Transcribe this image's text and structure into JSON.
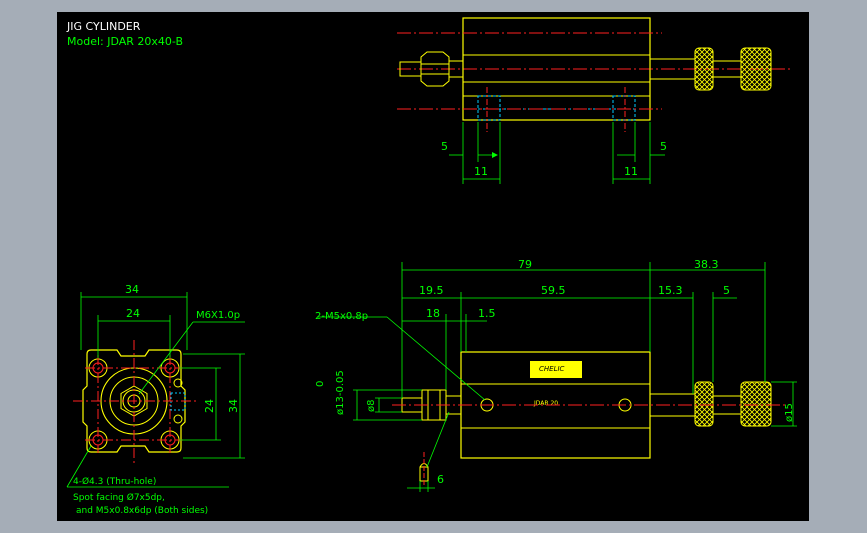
{
  "colors": {
    "background_outer": "#a5adb7",
    "canvas": "#000000",
    "outline": "#ffff00",
    "centerline": "#ff2020",
    "dimension": "#00ff00",
    "hidden": "#00ccff",
    "title_text": "#ffffff",
    "model_text": "#00ff00"
  },
  "title": {
    "name": "JIG CYLINDER",
    "model": "Model: JDAR 20x40-B"
  },
  "top_view": {
    "dims": [
      "5",
      "5",
      "11",
      "11"
    ]
  },
  "front_view": {
    "dims": {
      "width": "34",
      "hole_pitch_h": "24",
      "hole_pitch_v": "24",
      "height": "34"
    },
    "callouts": {
      "thread": "M6X1.0p",
      "holes": "4-Ø4.3 (Thru-hole)",
      "note_1": "Spot facing Ø7x5dp,",
      "note_2": "and M5x0.8x6dp (Both sides)"
    }
  },
  "side_view": {
    "dims": {
      "body_len": "79",
      "knob_len": "38.3",
      "seg_1": "19.5",
      "seg_2": "59.5",
      "seg_3": "15.3",
      "seg_4": "5",
      "rod_1": "18",
      "rod_2": "1.5",
      "port_w": "6",
      "rod_dia": "ø8",
      "tol_top": "0",
      "tol_dia": "ø13-0.05",
      "knob_dia": "ø15"
    },
    "callouts": {
      "port": "2-M5x0.8p"
    },
    "label": {
      "brand": "CHELIC",
      "model": "JDAR 20"
    }
  }
}
